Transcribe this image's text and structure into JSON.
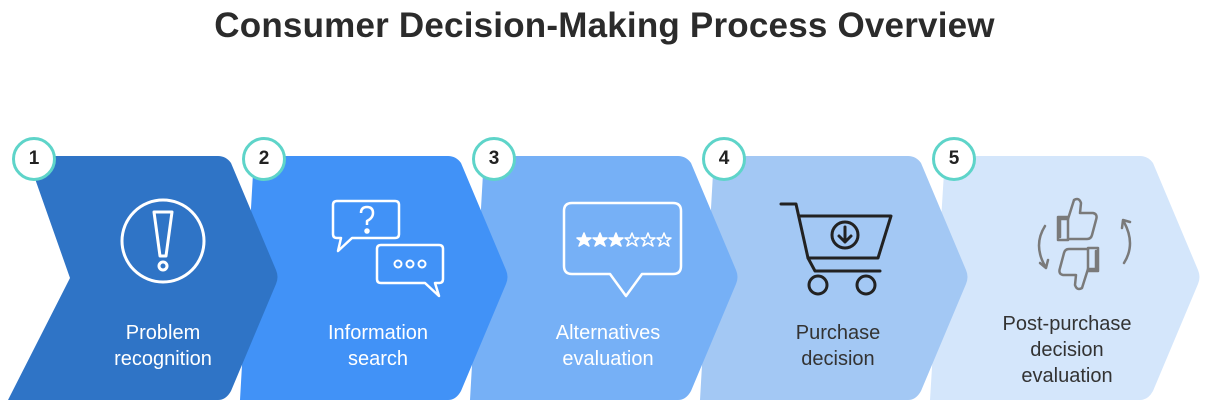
{
  "title": "Consumer Decision-Making Process Overview",
  "steps": [
    {
      "number": "1",
      "lines": [
        "Problem",
        "recognition"
      ],
      "icon": "exclamation-circle-icon",
      "fill": "#2f74c6",
      "text_color": "#ffffff"
    },
    {
      "number": "2",
      "lines": [
        "Information",
        "search"
      ],
      "icon": "chat-bubbles-icon",
      "fill": "#4192f7",
      "text_color": "#ffffff"
    },
    {
      "number": "3",
      "lines": [
        "Alternatives",
        "evaluation"
      ],
      "icon": "rating-stars-icon",
      "fill": "#76b0f6",
      "text_color": "#ffffff"
    },
    {
      "number": "4",
      "lines": [
        "Purchase",
        "decision"
      ],
      "icon": "shopping-cart-icon",
      "fill": "#a3c8f4",
      "text_color": "#333333"
    },
    {
      "number": "5",
      "lines": [
        "Post-purchase",
        "decision",
        "evaluation"
      ],
      "icon": "thumbs-cycle-icon",
      "fill": "#d4e6fb",
      "text_color": "#333333"
    }
  ],
  "colors": {
    "badge_border": "#5ed4c9"
  }
}
